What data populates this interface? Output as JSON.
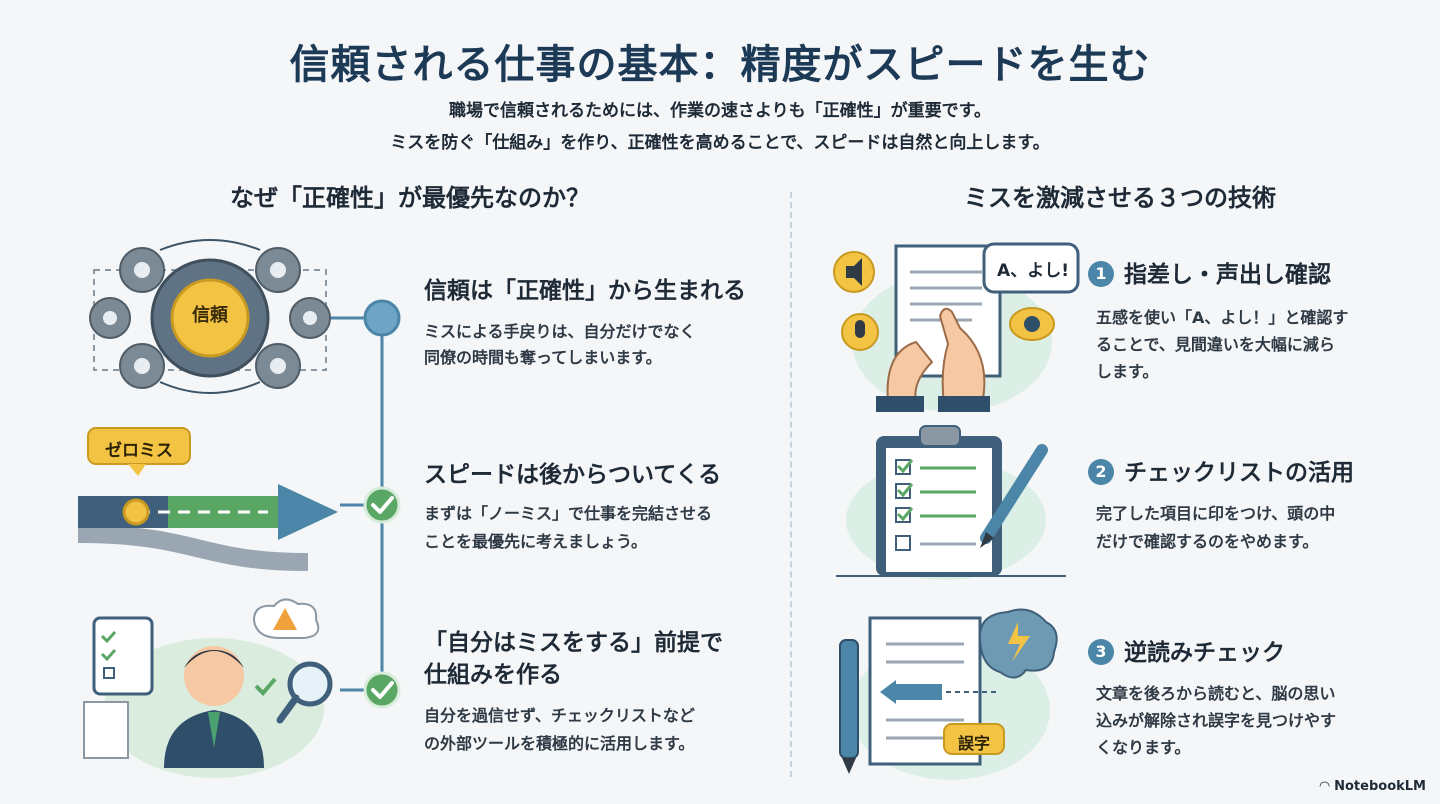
{
  "title": "信頼される仕事の基本：精度がスピードを生む",
  "subtitle_lines": [
    "職場で信頼されるためには、作業の速さよりも「正確性」が重要です。",
    "ミスを防ぐ「仕組み」を作り、正確性を高めることで、スピードは自然と向上します。"
  ],
  "left_section": {
    "heading": "なぜ「正確性」が最優先なのか？",
    "items": [
      {
        "title": "信頼は「正確性」から生まれる",
        "desc_lines": [
          "ミスによる手戻りは、自分だけでなく",
          "同僚の時間も奪ってしまいます。"
        ],
        "icon_label": "信頼"
      },
      {
        "title": "スピードは後からついてくる",
        "desc_lines": [
          "まずは「ノーミス」で仕事を完結させる",
          "ことを最優先に考えましょう。"
        ],
        "icon_label": "ゼロミス"
      },
      {
        "title_lines": [
          "「自分はミスをする」前提で",
          "仕組みを作る"
        ],
        "desc_lines": [
          "自分を過信せず、チェックリストなど",
          "の外部ツールを積極的に活用します。"
        ]
      }
    ]
  },
  "right_section": {
    "heading": "ミスを激減させる３つの技術",
    "items": [
      {
        "num": "1",
        "title": "指差し・声出し確認",
        "desc_lines": [
          "五感を使い「A、よし！」と確認す",
          "ることで、見間違いを大幅に減ら",
          "します。"
        ],
        "bubble": "A、よし!"
      },
      {
        "num": "2",
        "title": "チェックリストの活用",
        "desc_lines": [
          "完了した項目に印をつけ、頭の中",
          "だけで確認するのをやめます。"
        ]
      },
      {
        "num": "3",
        "title": "逆読みチェック",
        "desc_lines": [
          "文章を後ろから読むと、脳の思い",
          "込みが解除され誤字を見つけやす",
          "くなります。"
        ],
        "tag": "誤字"
      }
    ]
  },
  "brand": "NotebookLM",
  "colors": {
    "navy": "#1c3a56",
    "blue": "#4b86a8",
    "green": "#5aa765",
    "yellow": "#f3c343",
    "gear": "#6f7f8c"
  }
}
